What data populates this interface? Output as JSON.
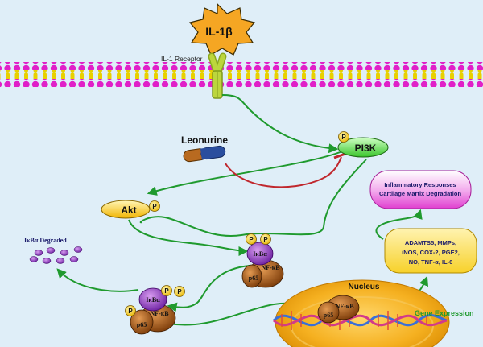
{
  "ligand": {
    "label": "IL-1β",
    "color": "#f5a623"
  },
  "receptor": {
    "label": "IL-1  Receptor",
    "color": "#b9d23a"
  },
  "inhibitor": {
    "label": "Leonurine"
  },
  "pi3k": {
    "label": "PI3K",
    "phospho": "P"
  },
  "akt": {
    "label": "Akt",
    "phospho": "P"
  },
  "ikba_top": {
    "ikba": "IκBα",
    "nfkb": "NF-κB",
    "p65": "p65",
    "phospho": "P"
  },
  "ikba_bottom": {
    "ikba": "IκBα",
    "nfkb": "NF-κB",
    "p65": "p65",
    "phospho": "P"
  },
  "degraded": {
    "label": "IκBα Degraded"
  },
  "nucleus": {
    "label": "Nucleus",
    "nfkb": "NF-κB",
    "p65": "p65",
    "gene_expression": "Gene Expression"
  },
  "mediators": {
    "lines": [
      "ADAMTS5, MMPs,",
      "iNOS, COX-2, PGE2,",
      "NO, TNF-α, IL-6"
    ]
  },
  "responses": {
    "lines": [
      "Inflammatory Responses",
      "Cartilage Martix Degradation"
    ]
  },
  "colors": {
    "activation_arrow": "#1f9a2e",
    "inhibition": "#c0272d",
    "membrane_head": "#e020c8",
    "membrane_tail": "#e8d000",
    "background": "#dfeef8"
  }
}
